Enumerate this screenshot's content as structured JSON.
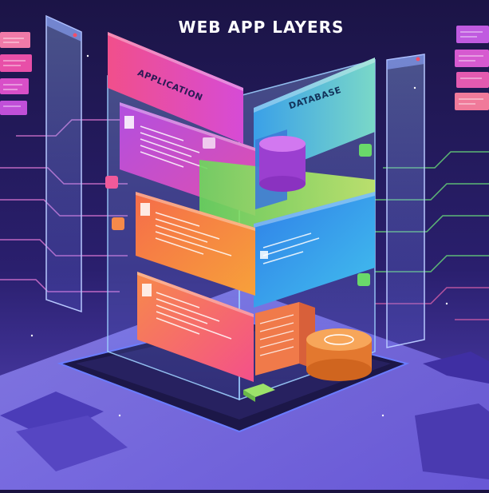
{
  "header": {
    "title": "WEB APP LAYERS"
  },
  "layers": {
    "application_label": "APPLICATION",
    "database_label": "DATABASE"
  },
  "colors": {
    "background_top": "#1b1446",
    "background_bottom": "#4a3bb0",
    "application_panel": "#f03a86",
    "database_panel": "#35c3ea",
    "layer_top": "#c54bdc",
    "layer_mid": "#f7873f",
    "layer_bottom": "#f75a78",
    "database_cylinder": "#f39a3a",
    "accent_green": "#8fe05a"
  }
}
